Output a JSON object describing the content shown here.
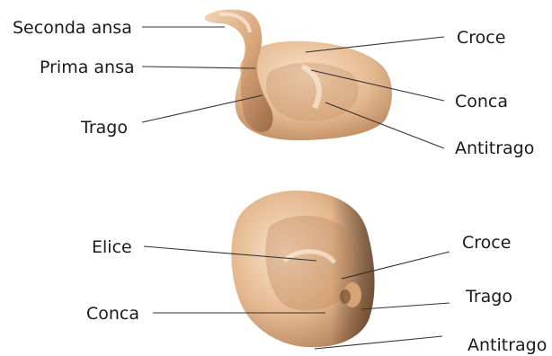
{
  "figure": {
    "top": {
      "labels": {
        "seconda_ansa": "Seconda ansa",
        "prima_ansa": "Prima ansa",
        "trago": "Trago",
        "croce": "Croce",
        "conca": "Conca",
        "antitrago": "Antitrago"
      }
    },
    "bottom": {
      "labels": {
        "elice": "Elice",
        "conca": "Conca",
        "croce": "Croce",
        "trago": "Trago",
        "antitrago": "Antitrago"
      }
    }
  },
  "colors": {
    "skin_light": "#f6dcc0",
    "skin_mid": "#e2b48a",
    "skin_dark": "#a9764e",
    "skin_shadow": "#6e4a30",
    "leader": "#333333",
    "text": "#1a1a1a"
  }
}
